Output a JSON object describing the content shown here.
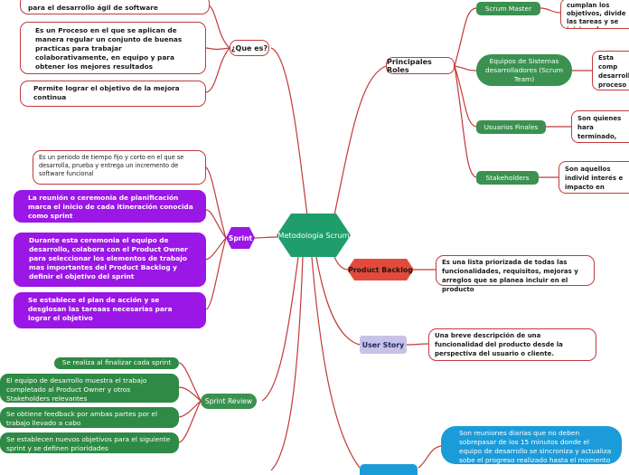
{
  "central": {
    "label": "Metodología Scrum"
  },
  "que_es": {
    "label": "¿Que es?",
    "items": [
      "para el desarrollo ágil de software",
      "Es un Proceso en el que se aplican  de manera regular un conjunto de buenas practicas para trabajar colaborativamente, en equipo y para obtener los mejores resultados",
      "Permite lograr el objetivo de la mejora continua"
    ]
  },
  "sprint": {
    "label": "Sprint",
    "items": [
      "Es un periodo de tiempo fijo y corto en el que se desarrolla, prueba y entrega un incremento de software funcional",
      "La reunión o ceremonia de planificación marca el inicio de cada itineración conocida como sprint",
      "Durante esta ceremonia el equipo de desarrollo, colabora con el Product  Owner para seleccionar los elementos de trabajo mas importantes del Product Backlog y definir el objetivo del sprint",
      "Se establece el plan de acción y se desglosan las tareaas necesarias para lograr el objetivo"
    ]
  },
  "sprint_review": {
    "label": "Sprint Review",
    "items": [
      "Se realiza al finalizar cada sprint",
      "El equipo de desarrollo muestra el trabajo completado al Product Owner y otros Stakeholders relevantes",
      "Se obtiene feedback por ambas partes por el trabajo llevado a cabo",
      "Se establecen nuevos objetivos para el siguiente sprint y se definen prioridades"
    ]
  },
  "roles": {
    "label": "Principales Roles",
    "items": [
      {
        "name": "Scrum Master",
        "desc": "cumplan los objetivos, divide las tareas y se inicio y de entrega"
      },
      {
        "name": "Equipos de Sistemas desarrolladores (Scrum Team)",
        "desc": "Esta comp desarrolla proceso d mejoras"
      },
      {
        "name": "Usuarios Finales",
        "desc": "Son quienes hara terminado, realiz funcionalidades"
      },
      {
        "name": "Stakeholders",
        "desc": "Son aquellos individ interés e impacto en resultados de sus ac"
      }
    ]
  },
  "product_backlog": {
    "label": "Product Backlog",
    "desc": "Es una lista priorizada de todas las funcionalidades, requisitos, mejoras y arreglos que se planea incluir en el producto"
  },
  "user_story": {
    "label": "User Story",
    "desc": "Una breve descripción de una funcionalidad del producto desde la perspectiva  del usuario o cliente."
  },
  "daily": {
    "desc": "Son reuniones diarias que no deben sobrepasar de los 15 minutos donde el equipo de desarrollo se sincroniza y actualiza sobe el progreso realizado hasta el momento"
  },
  "colors": {
    "edge": "#c23a3a",
    "central": "#1f9d6b",
    "purple": "#9b17e6",
    "green": "#2f8a45",
    "blue": "#1c9bd9",
    "backlog": "#e24b3b",
    "user_story": "#c8c3e6"
  }
}
